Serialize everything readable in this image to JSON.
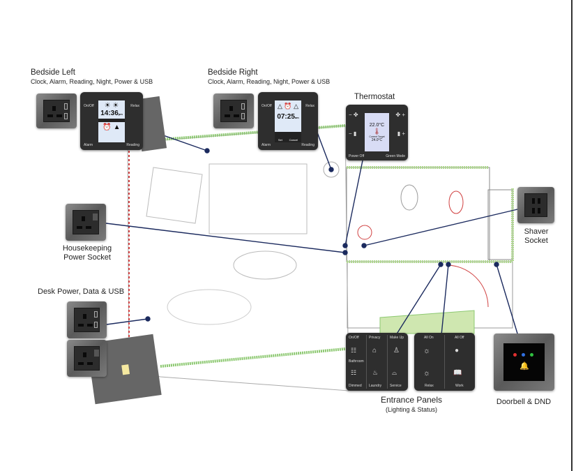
{
  "bedside_left": {
    "title": "Bedside Left",
    "subtitle": "Clock, Alarm, Reading, Night, Power & USB",
    "keys": [
      "On/Off",
      "Relax",
      "Alarm",
      "Reading"
    ],
    "time": "14:36",
    "time_suffix": "pm"
  },
  "bedside_right": {
    "title": "Bedside Right",
    "subtitle": "Clock, Alarm, Reading, Night, Power & USB",
    "keys": [
      "On/Off",
      "Relax",
      "Alarm",
      "Reading"
    ],
    "time": "07:25",
    "time_suffix": "am",
    "set": "Set",
    "cancel": "Cancel"
  },
  "thermostat": {
    "title": "Thermostat",
    "temp": "22.0°C",
    "target": "Current Target",
    "target_temp": "24.0°C",
    "power": "Power Off",
    "green": "Green Mode"
  },
  "housekeeping": {
    "label_line1": "Housekeeping",
    "label_line2": "Power Socket"
  },
  "shaver": {
    "label_line1": "Shaver",
    "label_line2": "Socket"
  },
  "desk": {
    "label": "Desk Power, Data & USB"
  },
  "entrance": {
    "label_line1": "Entrance Panels",
    "label_line2": "(Lighting & Status)",
    "panel1": [
      "On/Off",
      "Privacy",
      "Make Up",
      "Bathroom",
      "Dimmed",
      "Laundry",
      "Service"
    ],
    "panel2": [
      "All On",
      "All Off",
      "Relax",
      "Work"
    ]
  },
  "doorbell": {
    "label": "Doorbell & DND",
    "led_colors": [
      "#e03030",
      "#3070e0",
      "#30c040"
    ]
  },
  "colors": {
    "connector": "#1b2a5e",
    "wall_red": "#d04040",
    "wall_green": "#8cc870"
  }
}
